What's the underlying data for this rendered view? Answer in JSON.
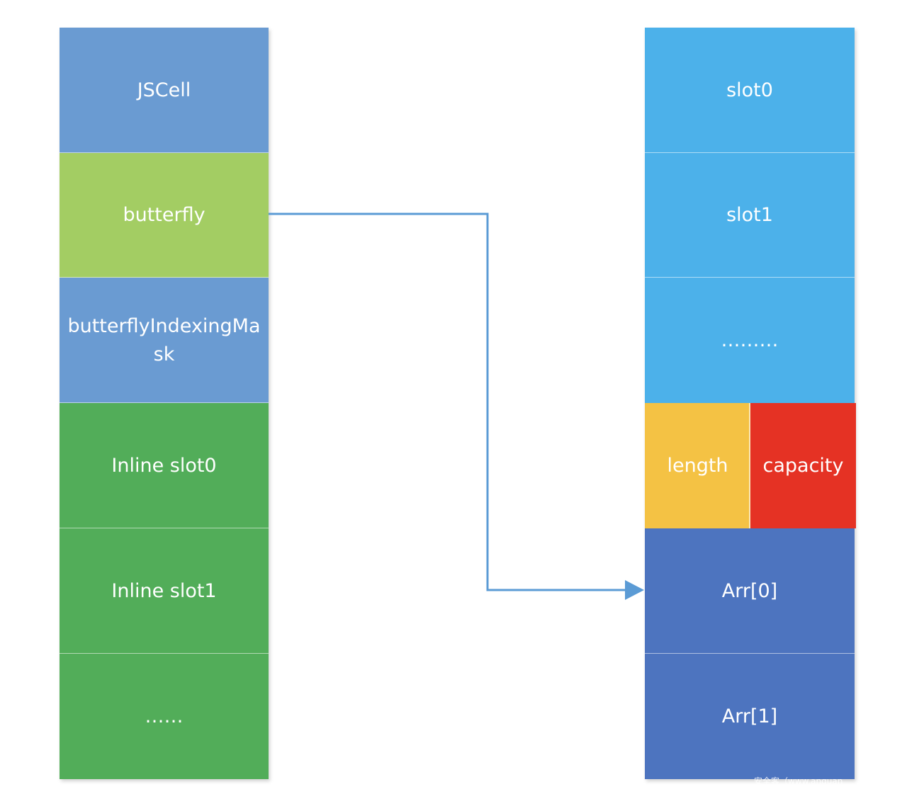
{
  "left_stack": {
    "cells": [
      {
        "label": "JSCell",
        "color": "#6a9bd2"
      },
      {
        "label": "butterfly",
        "color": "#a3cd63"
      },
      {
        "label": "butterflyIndexingMask",
        "color": "#6a9bd2"
      },
      {
        "label": "Inline slot0",
        "color": "#52ad59"
      },
      {
        "label": "Inline slot1",
        "color": "#52ad59"
      },
      {
        "label": "……",
        "color": "#52ad59"
      }
    ]
  },
  "right_stack": {
    "cells": [
      {
        "label": "slot0",
        "color": "#4cb1ea"
      },
      {
        "label": "slot1",
        "color": "#4cb1ea"
      },
      {
        "label": "………",
        "color": "#4cb1ea"
      }
    ],
    "header_row": [
      {
        "label": "length",
        "color": "#f4c244"
      },
      {
        "label": "capacity",
        "color": "#e53224"
      }
    ],
    "array_cells": [
      {
        "label": "Arr[0]",
        "color": "#4d74bf"
      },
      {
        "label": "Arr[1]",
        "color": "#4d74bf"
      }
    ]
  },
  "connector": {
    "from": "butterfly",
    "to": "Arr[0]",
    "color": "#5b9bd5"
  },
  "watermark": "安全客（www.anquan"
}
